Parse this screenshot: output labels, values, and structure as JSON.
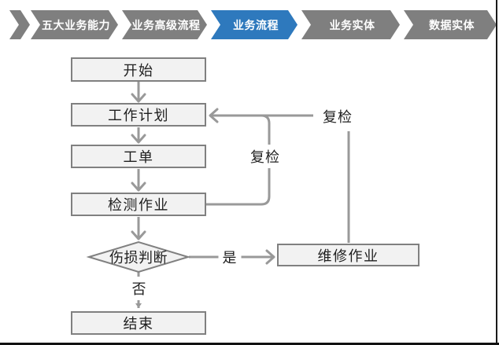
{
  "nav": {
    "items": [
      {
        "label": "五大业务能力",
        "active": false
      },
      {
        "label": "业务高级流程",
        "active": false
      },
      {
        "label": "业务流程",
        "active": true
      },
      {
        "label": "业务实体",
        "active": false
      },
      {
        "label": "数据实体",
        "active": false
      }
    ],
    "active_color": "#2e79bd",
    "inactive_color": "#7f7f7f"
  },
  "flow": {
    "nodes": {
      "start": "开始",
      "plan": "工作计划",
      "order": "工单",
      "inspect": "检测作业",
      "decision": "伤损判断",
      "repair": "维修作业",
      "end": "结束"
    },
    "labels": {
      "yes": "是",
      "no": "否",
      "recheck_loop": "复检",
      "recheck_repair": "复检"
    },
    "colors": {
      "node_fill": "#f2f2f2",
      "node_border": "#808080",
      "connector": "#999999"
    }
  }
}
